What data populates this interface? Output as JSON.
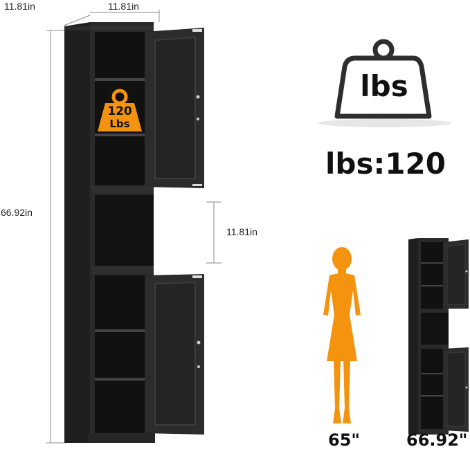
{
  "dimensions": {
    "depth": "11.81in",
    "width": "11.81in",
    "height": "66.92in",
    "compartment_height": "11.81in"
  },
  "weight_badge": {
    "line1": "120",
    "line2": "Lbs"
  },
  "weight_icon": {
    "label": "lbs",
    "icon": "weight-icon"
  },
  "capacity_text": "lbs:120",
  "comparison": {
    "person_height": "65\"",
    "cabinet_height": "66.92\""
  },
  "colors": {
    "cabinet": "#2b2b2b",
    "accent": "#f4930f",
    "text": "#111111"
  }
}
